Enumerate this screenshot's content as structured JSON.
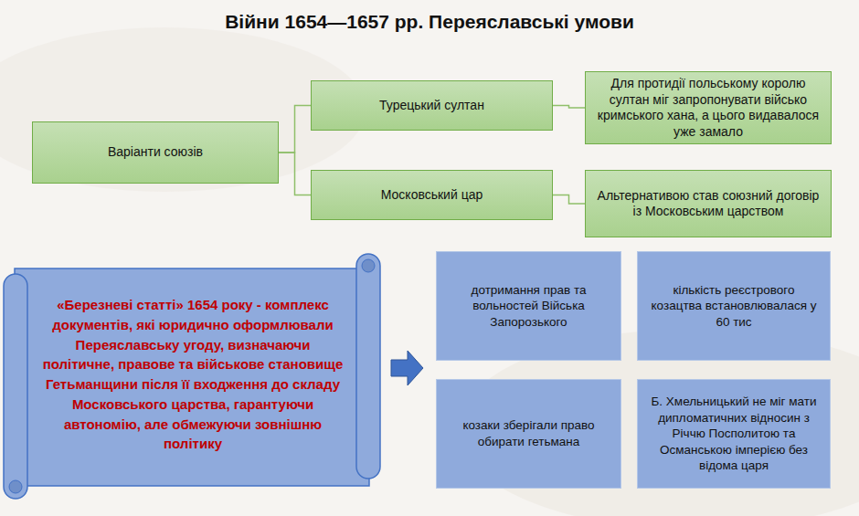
{
  "diagram": {
    "title": "Війни 1654—1657 рр. Переяславські умови",
    "nodes": [
      {
        "text": [
          "Варіанти союзів"
        ]
      },
      {
        "text": [
          "Турецький султан"
        ]
      },
      {
        "text": [
          "Московський цар"
        ]
      },
      {
        "text": [
          "Для протидії польському королю султан міг запропонувати військо кримського хана, а цього видавалося уже замало"
        ]
      },
      {
        "text": [
          "Альтернативою став союзний договір із Московським царством"
        ]
      },
      {
        "text": [
          "«Березневі статті» 1654 року - комплекс документів, які юридично оформлювали Переяславську угоду, визначаючи політичне, правове та військове становище Гетьманщини після її входження до складу Московського царства, гарантуючи автономію, але обмежуючи зовнішню політику"
        ]
      },
      {
        "text": [
          "дотримання прав та вольностей Війська Запорозького"
        ]
      },
      {
        "text": [
          "кількість реєстрового козацтва встановлювалася у 60 тис"
        ]
      },
      {
        "text": [
          "козаки зберігали право обирати гетьмана"
        ]
      },
      {
        "text": [
          "Б. Хмельницький не міг мати дипломатичних відносин з Річчю Посполитою та Османською імперією без відома царя"
        ]
      }
    ],
    "edges": [
      {
        "from": 0,
        "to": 1,
        "arrow": "none"
      },
      {
        "from": 0,
        "to": 2,
        "arrow": "none"
      },
      {
        "from": 1,
        "to": 3,
        "arrow": "none"
      },
      {
        "from": 2,
        "to": 4,
        "arrow": "none"
      }
    ]
  }
}
